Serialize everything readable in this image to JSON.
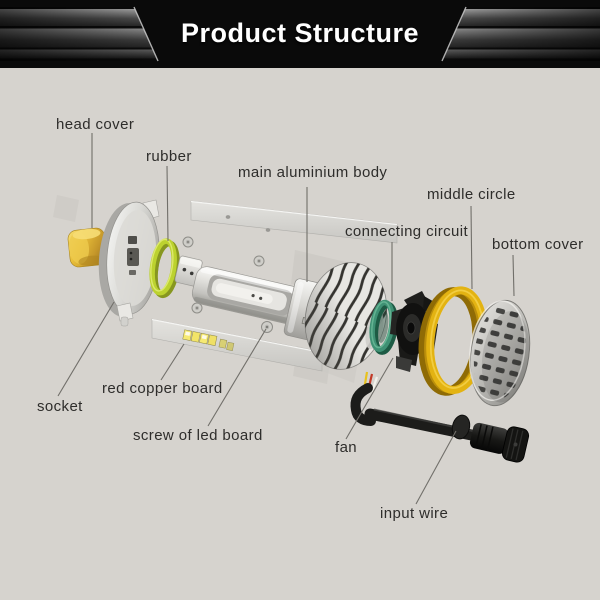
{
  "header": {
    "title": "Product Structure"
  },
  "diagram": {
    "labels": {
      "head_cover": "head cover",
      "rubber": "rubber",
      "main_aluminium_body": "main aluminium body",
      "connecting_circuit": "connecting circuit",
      "middle_circle": "middle circle",
      "bottom_cover": "bottom cover",
      "socket": "socket",
      "red_copper_board": "red copper board",
      "screw_of_led_board": "screw of led board",
      "fan": "fan",
      "input_wire": "input wire"
    },
    "colors": {
      "background": "#d6d3ce",
      "header_background": "#0a0a0a",
      "title_text": "#ffffff",
      "label_text": "#2e2d2b",
      "leader_line": "#716f6a",
      "head_cover_yellow": "#e5ba33",
      "rubber_ring_green": "#bcd22f",
      "connecting_circuit_teal": "#3f9174",
      "middle_circle_gold": "#e3b312",
      "led_chip_yellow": "#f6ea72",
      "metal_silver": "#d9d8d4",
      "fan_black": "#1b1b1b",
      "input_wire_black": "#1c1c1a"
    }
  }
}
